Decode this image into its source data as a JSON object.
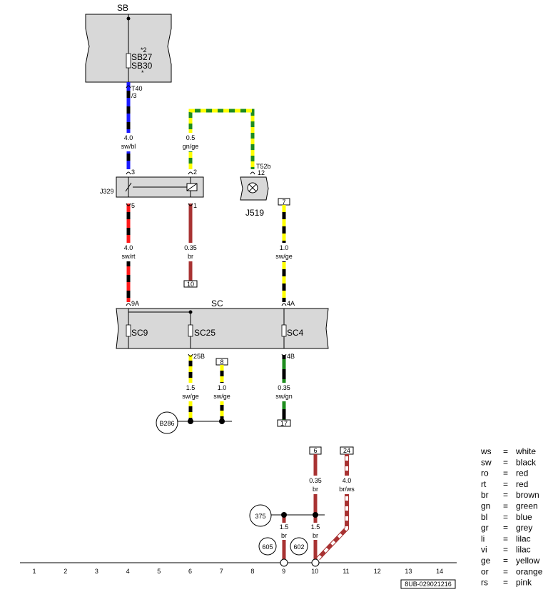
{
  "panels": {
    "sb_title": "SB",
    "sc_title": "SC",
    "fuse_sb27_sup": "*2",
    "fuse_sb27": "SB27",
    "fuse_sb30": "SB30",
    "fuse_sb30_star": "*",
    "fuse_sc9": "SC9",
    "fuse_sc25": "SC25",
    "fuse_sc4": "SC4"
  },
  "components": {
    "j329": "J329",
    "j519": "J519",
    "t40": "T40",
    "t40_pin": "/3",
    "t52b": "T52b",
    "t52b_pin": "12",
    "b286": "B286",
    "n375": "375",
    "n605": "605",
    "n602": "602"
  },
  "pins": {
    "j329_3": "3",
    "j329_2": "2",
    "j329_5": "5",
    "j329_1": "1",
    "sc_9a": "9A",
    "sc_4a": "4A",
    "sc_25b": "25B",
    "sc_4b": "4B"
  },
  "wires": {
    "w1_size": "4.0",
    "w1_color": "sw/bl",
    "w2_size": "0.5",
    "w2_color": "gn/ge",
    "w3_size": "4.0",
    "w3_color": "sw/rt",
    "w4_size": "0.35",
    "w4_color": "br",
    "w5_size": "1.0",
    "w5_color": "sw/ge",
    "w6_size": "1.5",
    "w6_color": "sw/ge",
    "w7_size": "1.0",
    "w7_color": "sw/ge",
    "w8_size": "0.35",
    "w8_color": "sw/gn",
    "w9_size": "0.35",
    "w9_color": "br",
    "w10_size": "4.0",
    "w10_color": "br/ws",
    "w11_size": "1.5",
    "w11_color": "br",
    "w12_size": "1.5",
    "w12_color": "br"
  },
  "refs": {
    "r10": "10",
    "r7": "7",
    "r8": "8",
    "r17": "17",
    "r6": "6",
    "r24": "24"
  },
  "track": [
    "1",
    "2",
    "3",
    "4",
    "5",
    "6",
    "7",
    "8",
    "9",
    "10",
    "11",
    "12",
    "13",
    "14"
  ],
  "legend": [
    {
      "code": "ws",
      "eq": "=",
      "name": "white"
    },
    {
      "code": "sw",
      "eq": "=",
      "name": "black"
    },
    {
      "code": "ro",
      "eq": "=",
      "name": "red"
    },
    {
      "code": "rt",
      "eq": "=",
      "name": "red"
    },
    {
      "code": "br",
      "eq": "=",
      "name": "brown"
    },
    {
      "code": "gn",
      "eq": "=",
      "name": "green"
    },
    {
      "code": "bl",
      "eq": "=",
      "name": "blue"
    },
    {
      "code": "gr",
      "eq": "=",
      "name": "grey"
    },
    {
      "code": "li",
      "eq": "=",
      "name": "lilac"
    },
    {
      "code": "vi",
      "eq": "=",
      "name": "lilac"
    },
    {
      "code": "ge",
      "eq": "=",
      "name": "yellow"
    },
    {
      "code": "or",
      "eq": "=",
      "name": "orange"
    },
    {
      "code": "rs",
      "eq": "=",
      "name": "pink"
    }
  ],
  "diagram_code": "8UB-029021216",
  "colors": {
    "panel": "#d8d8d8",
    "black": "#000000",
    "blue": "#1a1aff",
    "red": "#ff1a1a",
    "brown": "#a83232",
    "yellow": "#ffff00",
    "green": "#1e8c1e",
    "white": "#ffffff"
  }
}
